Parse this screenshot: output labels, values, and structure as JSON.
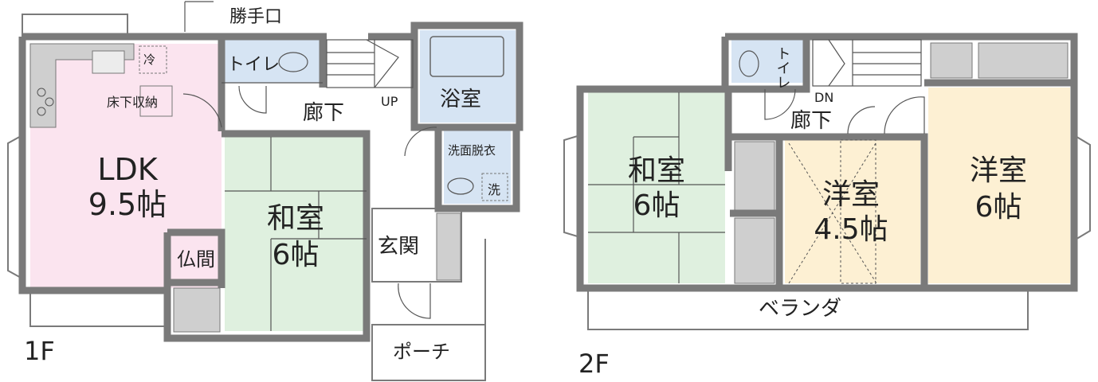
{
  "colors": {
    "wall": "#7a7a7a",
    "ldk": "#fbe4ef",
    "washitsu": "#dff0df",
    "wet": "#d6e4f3",
    "yoshitsu": "#fdf0d3"
  },
  "floor1": {
    "floor_label": "1F",
    "katteguchi": "勝手口",
    "toilet": "トイレ",
    "up": "UP",
    "hallway": "廊下",
    "bathroom": "浴室",
    "ldk_name": "LDK",
    "ldk_size": "9.5帖",
    "underfloor_storage": "床下収納",
    "fridge": "冷",
    "washroom": "洗面脱衣",
    "washer": "洗",
    "washitsu_name": "和室",
    "washitsu_size": "6帖",
    "entrance": "玄関",
    "butsuma": "仏間",
    "porch": "ポーチ"
  },
  "floor2": {
    "floor_label": "2F",
    "toilet": "トイレ",
    "dn": "DN",
    "hallway": "廊下",
    "washitsu_name": "和室",
    "washitsu_size": "6帖",
    "yoshitsu_small_name": "洋室",
    "yoshitsu_small_size": "4.5帖",
    "yoshitsu_large_name": "洋室",
    "yoshitsu_large_size": "6帖",
    "veranda": "ベランダ"
  }
}
